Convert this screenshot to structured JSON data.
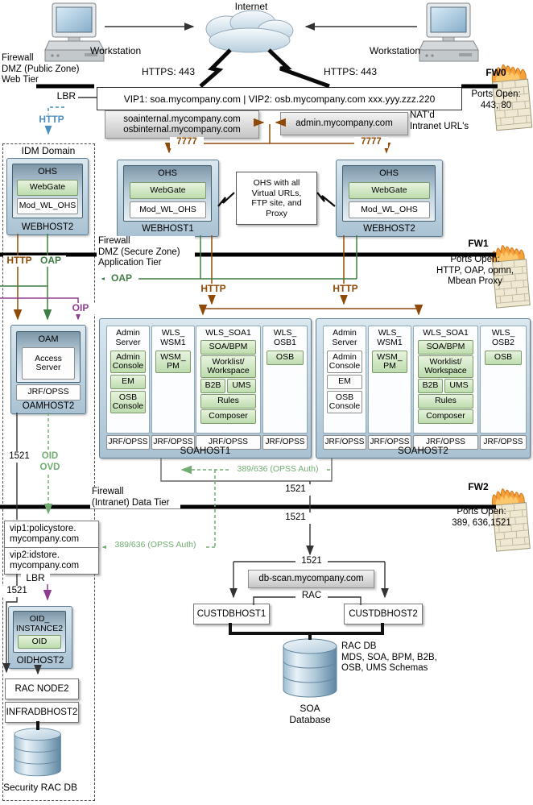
{
  "top": {
    "internet": "Internet",
    "workstation_left": "Workstation",
    "workstation_right": "Workstation",
    "https_left": "HTTPS: 443",
    "https_right": "HTTPS: 443",
    "lbr": "LBR",
    "http_lbr": "HTTP",
    "vip_bar": "VIP1: soa.mycompany.com | VIP2: osb.mycompany.com  xxx.yyy.zzz.220",
    "nat_internal": [
      "soainternal.mycompany.com",
      "osbinternal.mycompany.com"
    ],
    "nat_admin": "admin.mycompany.com",
    "nat_note": [
      "NAT'd",
      "Intranet URL's"
    ],
    "port_7777_left": "7777",
    "port_7777_right": "7777"
  },
  "firewalls": {
    "fw0": {
      "name": "FW0",
      "zone": [
        "Firewall",
        "DMZ (Public Zone)",
        "Web Tier"
      ],
      "ports": [
        "Ports Open:",
        "443, 80"
      ]
    },
    "fw1": {
      "name": "FW1",
      "zone": [
        "Firewall",
        "DMZ (Secure Zone)",
        "Application Tier"
      ],
      "ports": [
        "Ports Open:",
        "HTTP, OAP, opmn,",
        "Mbean Proxy"
      ]
    },
    "fw2": {
      "name": "FW2",
      "zone": [
        "Firewall",
        "(Intranet) Data Tier"
      ],
      "ports": [
        "Ports Open:",
        "389, 636,1521"
      ]
    }
  },
  "flows": {
    "http_idm": "HTTP",
    "oap_idm": "OAP",
    "oap": "OAP",
    "oip": "OIP",
    "http_soa1": "HTTP",
    "http_soa2": "HTTP",
    "opss_upper": "389/636 (OPSS Auth)",
    "opss_lower": "389/636 (OPSS Auth)",
    "p1521_oam": "1521",
    "oid": "OID",
    "ovd": "OVD",
    "lbr": "LBR",
    "p1521_idm": "1521",
    "p1521_above_fw2": "1521",
    "p1521_below_fw2": "1521",
    "p1521_db": "1521",
    "rac": "RAC"
  },
  "idm": {
    "title": "IDM Domain",
    "webhost": {
      "ohs": "OHS",
      "webgate": "WebGate",
      "mod": "Mod_WL_OHS",
      "host": "WEBHOST2"
    },
    "oam": {
      "title": "OAM",
      "server": [
        "Access",
        "Server"
      ],
      "jrf": "JRF/OPSS",
      "host": "OAMHOST2"
    },
    "vip1": [
      "vip1:policystore.",
      "mycompany.com"
    ],
    "vip2": [
      "vip2:idstore.",
      "mycompany.com"
    ],
    "oid": {
      "title": [
        "OID_",
        "INSTANCE2"
      ],
      "component": "OID",
      "host": "OIDHOST2"
    },
    "rac_node": "RAC NODE2",
    "infra_db": "INFRADBHOST2",
    "security_db": "Security RAC DB"
  },
  "web_tier": {
    "webhost1": {
      "ohs": "OHS",
      "webgate": "WebGate",
      "mod": "Mod_WL_OHS",
      "host": "WEBHOST1"
    },
    "webhost2": {
      "ohs": "OHS",
      "webgate": "WebGate",
      "mod": "Mod_WL_OHS",
      "host": "WEBHOST2"
    },
    "note": [
      "OHS with all",
      "Virtual URLs,",
      "FTP site, and",
      "Proxy"
    ]
  },
  "soahost1": {
    "host": "SOAHOST1",
    "jrf": "JRF/OPSS",
    "cols": [
      {
        "title": [
          "Admin",
          "Server"
        ],
        "boxes": [
          "Admin Console",
          "EM",
          "OSB Console"
        ]
      },
      {
        "title": [
          "WLS_",
          "WSM1"
        ],
        "boxes": [
          [
            "WSM_",
            "PM"
          ]
        ]
      },
      {
        "title": [
          "WLS_SOA1"
        ],
        "boxes": [
          "SOA/BPM",
          "Worklist/ Workspace",
          "B2B",
          "UMS",
          "Rules",
          "Composer"
        ]
      },
      {
        "title": [
          "WLS_",
          "OSB1"
        ],
        "boxes": [
          "OSB"
        ]
      }
    ]
  },
  "soahost2": {
    "host": "SOAHOST2",
    "jrf": "JRF/OPSS",
    "cols": [
      {
        "title": [
          "Admin",
          "Server"
        ],
        "boxes": [
          "Admin Console",
          "EM",
          "OSB Console"
        ]
      },
      {
        "title": [
          "WLS_",
          "WSM1"
        ],
        "boxes": [
          [
            "WSM_",
            "PM"
          ]
        ]
      },
      {
        "title": [
          "WLS_SOA1"
        ],
        "boxes": [
          "SOA/BPM",
          "Worklist/ Workspace",
          "B2B",
          "UMS",
          "Rules",
          "Composer"
        ]
      },
      {
        "title": [
          "WLS_",
          "OSB2"
        ],
        "boxes": [
          "OSB"
        ]
      }
    ]
  },
  "data_tier": {
    "db_scan": "db-scan.mycompany.com",
    "custdb1": "CUSTDBHOST1",
    "custdb2": "CUSTDBHOST2",
    "rac_db": [
      "RAC DB",
      "MDS, SOA, BPM, B2B,",
      "OSB, UMS Schemas"
    ],
    "soa_db": [
      "SOA",
      "Database"
    ]
  },
  "colors": {
    "http_brown": "#8f4a08",
    "oap_green": "#3f7d44",
    "opss_pale_green": "#71ad71",
    "oip_purple": "#8e3e8e",
    "http_blue": "#4d8fc0"
  }
}
